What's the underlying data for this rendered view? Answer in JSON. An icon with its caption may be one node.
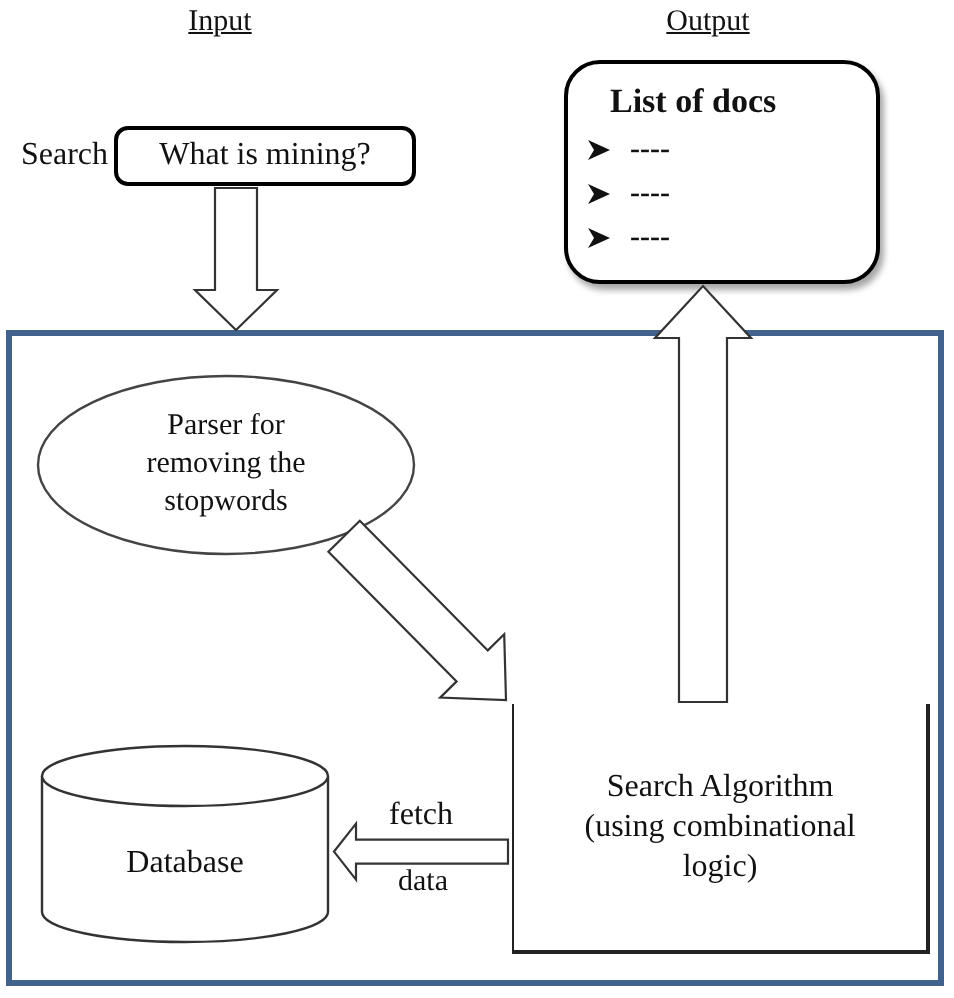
{
  "diagram": {
    "nodes": [
      {
        "text": [
          "What is mining?"
        ],
        "beside": [
          "Search"
        ]
      },
      {
        "text": [
          "List of docs",
          "----",
          "----",
          "----"
        ]
      },
      {
        "text": [],
        "shape": "box"
      },
      {
        "text": [
          "Parser for removing the stopwords"
        ],
        "in": 2
      },
      {
        "text": [
          "Search Algorithm (using combinational logic)"
        ],
        "in": 2
      },
      {
        "text": [
          "Database"
        ],
        "in": 2
      }
    ],
    "edges": [
      {
        "from": 0,
        "to": 2,
        "arrow": "to"
      },
      {
        "from": 3,
        "to": 4,
        "arrow": "to"
      },
      {
        "from": 4,
        "to": 1,
        "arrow": "to"
      },
      {
        "from": 4,
        "to": 5,
        "arrow": "to",
        "label": "fetch"
      }
    ],
    "labels": [
      "Input",
      "Output",
      "data"
    ]
  }
}
